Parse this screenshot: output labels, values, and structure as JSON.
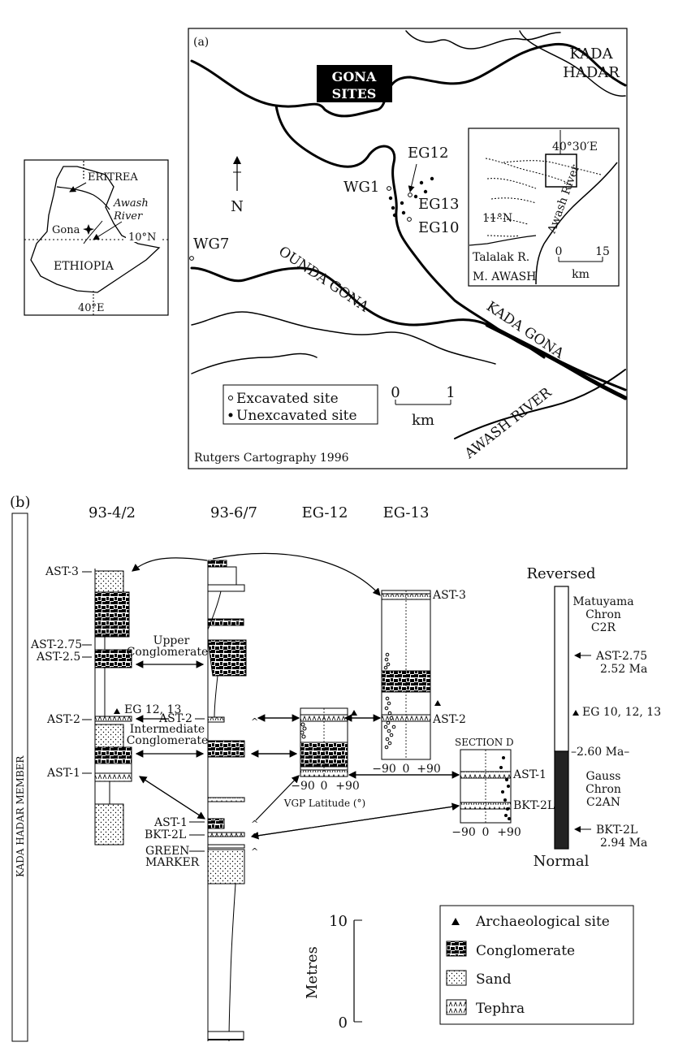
{
  "panel_a": {
    "label": "(a)",
    "gona_sites": [
      "GONA",
      "SITES"
    ],
    "kada_hadar": [
      "KADA",
      "HADAR"
    ],
    "north": "N",
    "site_names": {
      "wg1": "WG1",
      "wg7": "WG7",
      "eg12": "EG12",
      "eg13": "EG13",
      "eg10": "EG10"
    },
    "rivers": {
      "ounda_gona": "OUNDA GONA",
      "kada_gona": "KADA GONA",
      "awash_river": "AWASH RIVER"
    },
    "legend": {
      "excavated": "Excavated site",
      "unexcavated": "Unexcavated site"
    },
    "scale": {
      "min": "0",
      "max": "1",
      "unit": "km"
    },
    "credit": "Rutgers Cartography 1996",
    "inset_right": {
      "longitude": "40°30′E",
      "latitude": "11°N",
      "awash_river": "Awash River",
      "talalak": "Talalak R.",
      "m_awash": "M. AWASH",
      "scale": {
        "min": "0",
        "max": "15",
        "unit": "km"
      }
    }
  },
  "inset_left": {
    "eritrea": "ERITREA",
    "awash": "Awash",
    "river": "River",
    "gona": "Gona",
    "lat": "10°N",
    "ethiopia": "ETHIOPIA",
    "lon": "40°E"
  },
  "panel_b": {
    "label": "(b)",
    "member": "KADA HADAR MEMBER",
    "columns": [
      "93-4/2",
      "93-6/7",
      "EG-12",
      "EG-13"
    ],
    "section_d": "SECTION D",
    "markers": {
      "ast3": "AST-3",
      "ast275": "AST-2.75",
      "ast25": "AST-2.5",
      "ast2": "AST-2",
      "ast1": "AST-1",
      "bkt2l": "BKT-2L",
      "green": "GREEN",
      "marker": "MARKER",
      "eg1213": "EG 12, 13"
    },
    "upper_conglomerate": [
      "Upper",
      "Conglomerate"
    ],
    "intermediate_conglomerate": [
      "Intermediate",
      "Conglomerate"
    ],
    "vgp": {
      "ticks": [
        "−90",
        "0",
        "+90"
      ],
      "label": "VGP Latitude (°)"
    },
    "polarity": {
      "reversed": "Reversed",
      "normal": "Normal",
      "matuyama": [
        "Matuyama",
        "Chron",
        "C2R"
      ],
      "gauss": [
        "Gauss",
        "Chron",
        "C2AN"
      ],
      "boundary": "–2.60 Ma–",
      "ast275": [
        "AST-2.75",
        "2.52 Ma"
      ],
      "eg": "EG 10, 12, 13",
      "bkt": [
        "BKT-2L",
        "2.94 Ma"
      ],
      "normal_from_ma": 2.6
    },
    "metres": {
      "label": "Metres",
      "top": "10",
      "bottom": "0"
    },
    "legend": {
      "archaeological": "Archaeological site",
      "conglomerate": "Conglomerate",
      "sand": "Sand",
      "tephra": "Tephra"
    }
  }
}
